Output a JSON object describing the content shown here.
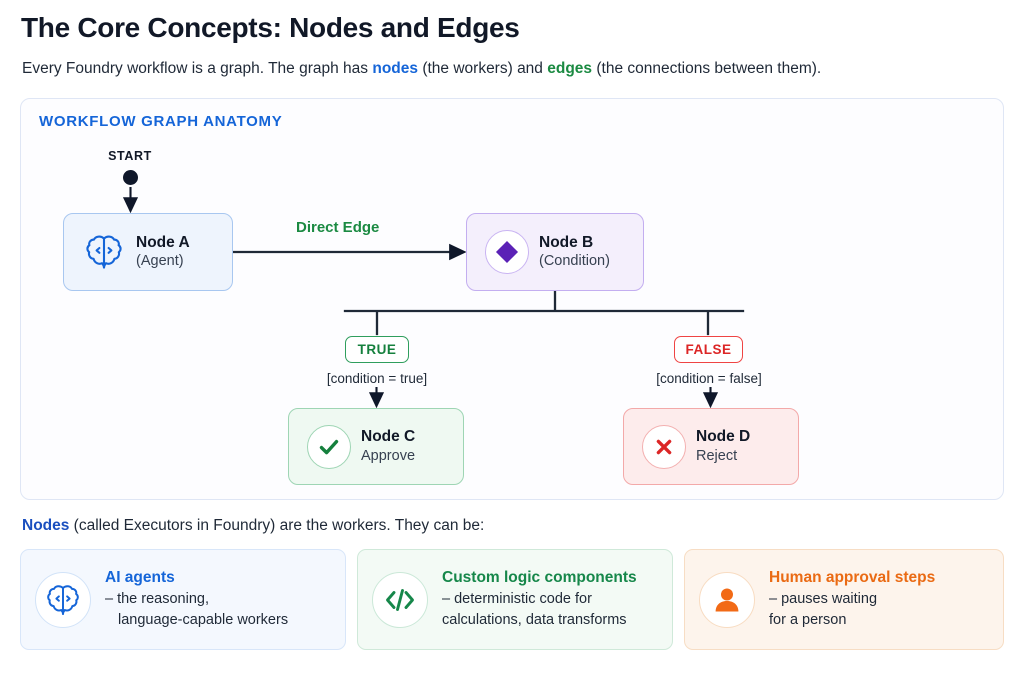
{
  "header": {
    "title": "The Core Concepts: Nodes and Edges",
    "intro": {
      "part1": "Every Foundry workflow is a graph. The graph has ",
      "kw_nodes": "nodes",
      "part2": " (the workers) and ",
      "kw_edges": "edges",
      "part3": " (the connections between them)."
    }
  },
  "diagram": {
    "panel_title": "WORKFLOW GRAPH ANATOMY",
    "start_label": "START",
    "edge_label_direct": "Direct Edge",
    "nodes": [
      {
        "id": "a",
        "title": "Node A",
        "subtitle": "(Agent)",
        "icon": "brain-icon"
      },
      {
        "id": "b",
        "title": "Node B",
        "subtitle": "(Condition)",
        "icon": "diamond-icon"
      },
      {
        "id": "c",
        "title": "Node C",
        "subtitle": "Approve",
        "icon": "check-icon"
      },
      {
        "id": "d",
        "title": "Node D",
        "subtitle": "Reject",
        "icon": "cross-icon"
      }
    ],
    "branches": [
      {
        "badge": "TRUE",
        "condition": "[condition = true]",
        "color": "#15803d"
      },
      {
        "badge": "FALSE",
        "condition": "[condition = false]",
        "color": "#dc2626"
      }
    ]
  },
  "nodes_explainer": {
    "kw": "Nodes",
    "rest": " (called Executors in Foundry) are the workers. They can be:"
  },
  "cards": [
    {
      "id": "ai",
      "icon": "brain-icon",
      "title": "AI agents",
      "desc_line1": "– the reasoning,",
      "desc_line2": "language-capable workers",
      "accent": "#1565d8"
    },
    {
      "id": "logic",
      "icon": "code-icon",
      "title": "Custom logic components",
      "desc_line1": "– deterministic code for",
      "desc_line2": "calculations, data transforms",
      "accent": "#16874a"
    },
    {
      "id": "human",
      "icon": "person-icon",
      "title": "Human approval steps",
      "desc_line1": "– pauses waiting",
      "desc_line2": "for a person",
      "accent": "#ea6a13"
    }
  ],
  "colors": {
    "blue": "#1565d8",
    "green": "#1b8a42",
    "purple": "#5b21b6",
    "red": "#dc2626",
    "orange": "#ea6a13",
    "ink": "#0f172a"
  }
}
